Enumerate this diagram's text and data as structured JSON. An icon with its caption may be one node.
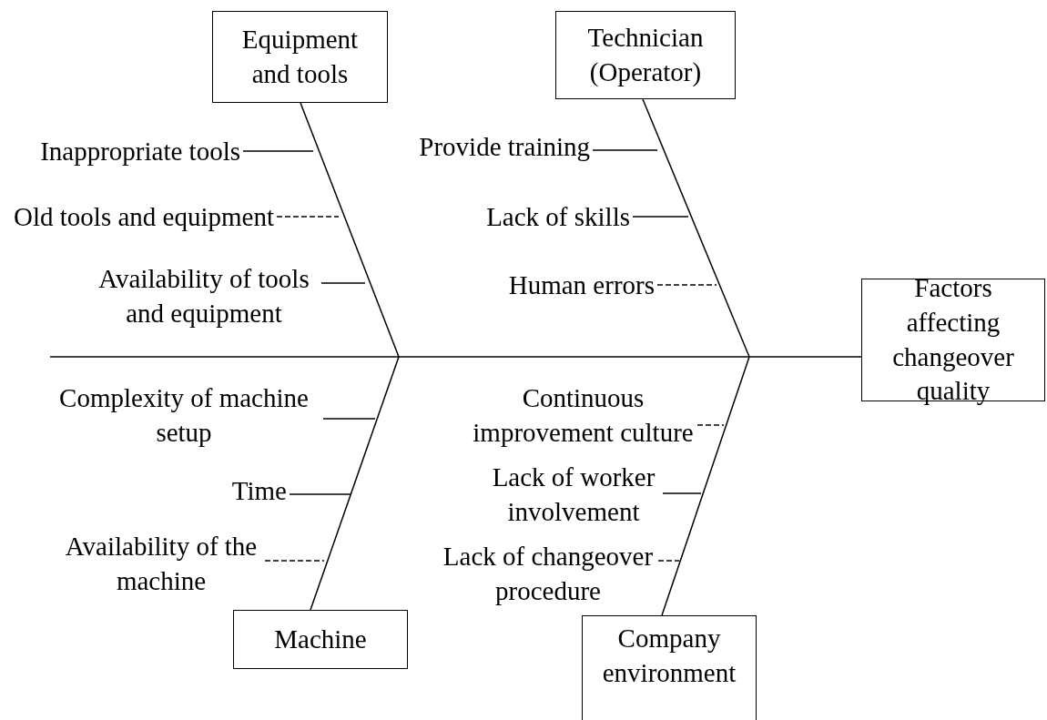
{
  "diagram": {
    "nodes": [
      {
        "text": [
          "Equipment and tools"
        ]
      },
      {
        "text": [
          "Technician (Operator)"
        ]
      },
      {
        "text": [
          "Inappropriate tools"
        ]
      },
      {
        "text": [
          "Provide training"
        ]
      },
      {
        "text": [
          "Old tools and equipment"
        ]
      },
      {
        "text": [
          "Lack of skills"
        ]
      },
      {
        "text": [
          "Availability of tools and equipment"
        ]
      },
      {
        "text": [
          "Human errors"
        ]
      },
      {
        "text": [
          "Factors affecting changeover quality"
        ]
      },
      {
        "text": [
          "Complexity of machine setup"
        ]
      },
      {
        "text": [
          "Continuous improvement culture"
        ]
      },
      {
        "text": [
          "Time"
        ]
      },
      {
        "text": [
          "Lack of worker involvement"
        ]
      },
      {
        "text": [
          "Availability of the machine"
        ]
      },
      {
        "text": [
          "Lack of changeover procedure"
        ]
      },
      {
        "text": [
          "Machine"
        ]
      },
      {
        "text": [
          "Company environment"
        ]
      }
    ],
    "edges": [
      {
        "from": null,
        "to": 8,
        "arrow": "none"
      },
      {
        "from": 0,
        "to": null,
        "arrow": "none"
      },
      {
        "from": 1,
        "to": null,
        "arrow": "none"
      },
      {
        "from": 15,
        "to": null,
        "arrow": "none"
      },
      {
        "from": 16,
        "to": null,
        "arrow": "none"
      },
      {
        "from": 2,
        "to": null,
        "arrow": "none"
      },
      {
        "from": 4,
        "to": null,
        "arrow": "none",
        "style": "dashed"
      },
      {
        "from": 6,
        "to": null,
        "arrow": "none"
      },
      {
        "from": 3,
        "to": null,
        "arrow": "none"
      },
      {
        "from": 5,
        "to": null,
        "arrow": "none"
      },
      {
        "from": 7,
        "to": null,
        "arrow": "none",
        "style": "dashed"
      },
      {
        "from": 9,
        "to": null,
        "arrow": "none"
      },
      {
        "from": 11,
        "to": null,
        "arrow": "none"
      },
      {
        "from": 13,
        "to": null,
        "arrow": "none",
        "style": "dashed"
      },
      {
        "from": 10,
        "to": null,
        "arrow": "none",
        "style": "dashed"
      },
      {
        "from": 12,
        "to": null,
        "arrow": "none"
      },
      {
        "from": 14,
        "to": null,
        "arrow": "none",
        "style": "dashed"
      }
    ]
  }
}
